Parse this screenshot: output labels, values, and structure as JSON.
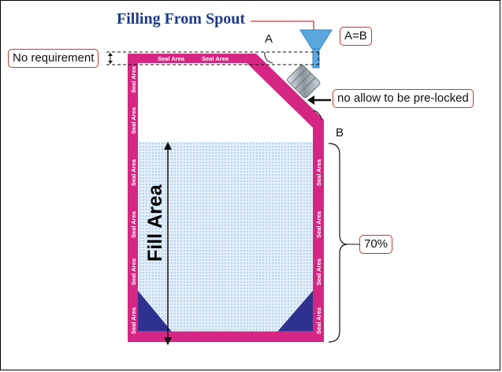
{
  "title": "Filling From Spout",
  "labels": {
    "no_requirement": "No requirement",
    "a_equals_b": "A=B",
    "no_prelock": "no allow to be pre-locked",
    "letter_a": "A",
    "letter_b": "B",
    "percent": "70%",
    "fill_area": "Fill Area",
    "seal_area": "Seal Area"
  },
  "colors": {
    "seal": "#d62683",
    "bottom": "#2f318f",
    "liquid": "#cfe3f2",
    "title": "#1d3a8a",
    "callout_border": "#c0392b"
  }
}
